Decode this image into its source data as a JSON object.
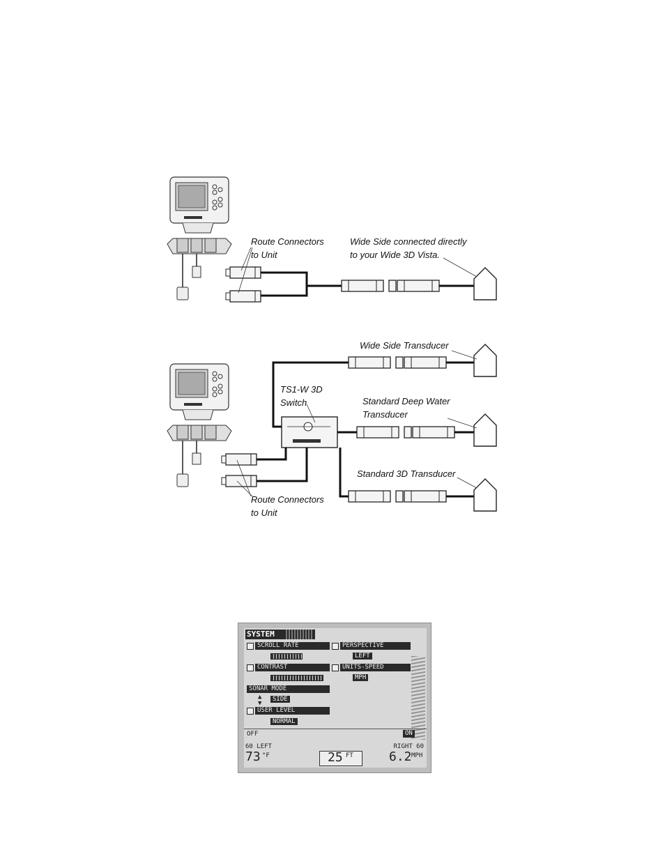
{
  "diagram1": {
    "route_label": [
      "Route Connectors",
      "to Unit"
    ],
    "wide_label": [
      "Wide Side connected directly",
      "to your Wide 3D Vista."
    ]
  },
  "diagram2": {
    "wide_transducer": "Wide Side Transducer",
    "switch_label": [
      "TS1-W 3D",
      "Switch"
    ],
    "deep_label": [
      "Standard Deep Water",
      "Transducer"
    ],
    "std3d_label": "Standard 3D Transducer",
    "route_label": [
      "Route Connectors",
      "to Unit"
    ]
  },
  "screen": {
    "title": "SYSTEM",
    "scroll_rate": "SCROLL RATE",
    "perspective": "PERSPECTIVE",
    "perspective_value": "LEFT",
    "contrast": "CONTRAST",
    "units_speed": "UNITS-SPEED",
    "units_value": "MPH",
    "sonar_mode": "SONAR MODE",
    "sonar_value": "SIDE",
    "user_level": "USER LEVEL",
    "user_value": "NORMAL",
    "off": "OFF",
    "on": "ON",
    "left_range": "60 LEFT",
    "right_range": "RIGHT 60",
    "temp": "73",
    "temp_unit": "°F",
    "depth": "25",
    "depth_unit": "FT",
    "speed": "6.2",
    "speed_unit": "MPH"
  }
}
